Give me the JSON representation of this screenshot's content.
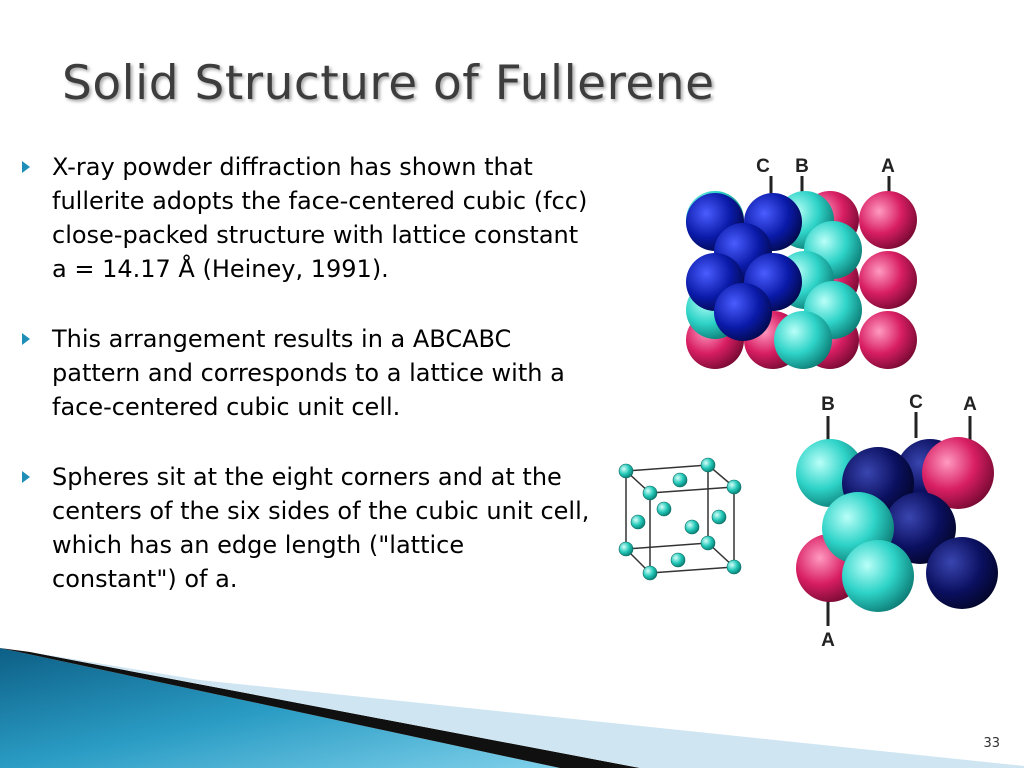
{
  "slide": {
    "title": "Solid Structure of Fullerene",
    "bullets": [
      "X-ray powder diffraction has shown that fullerite adopts the face-centered cubic (fcc) close-packed structure with lattice constant a = 14.17 Å (Heiney, 1991).",
      "This arrangement results in a ABCABC pattern and corresponds to a lattice with a face-centered cubic unit cell.",
      "Spheres sit at the eight corners and at the centers of the six sides of the cubic unit cell, which has an edge length (\"lattice constant\") of a."
    ],
    "page_number": "33",
    "icons": {
      "bullet": "triangle-bullet-icon"
    }
  },
  "figures": {
    "top_labels": [
      "C",
      "B",
      "A"
    ],
    "bottom_labels": [
      "B",
      "C",
      "A",
      "A"
    ]
  },
  "colors": {
    "accent": "#1f8fb8",
    "sphere_blue": "#0a1aa8",
    "sphere_cyan": "#2ed3c8",
    "sphere_pink": "#d81e63",
    "sphere_navy": "#0b1060"
  }
}
